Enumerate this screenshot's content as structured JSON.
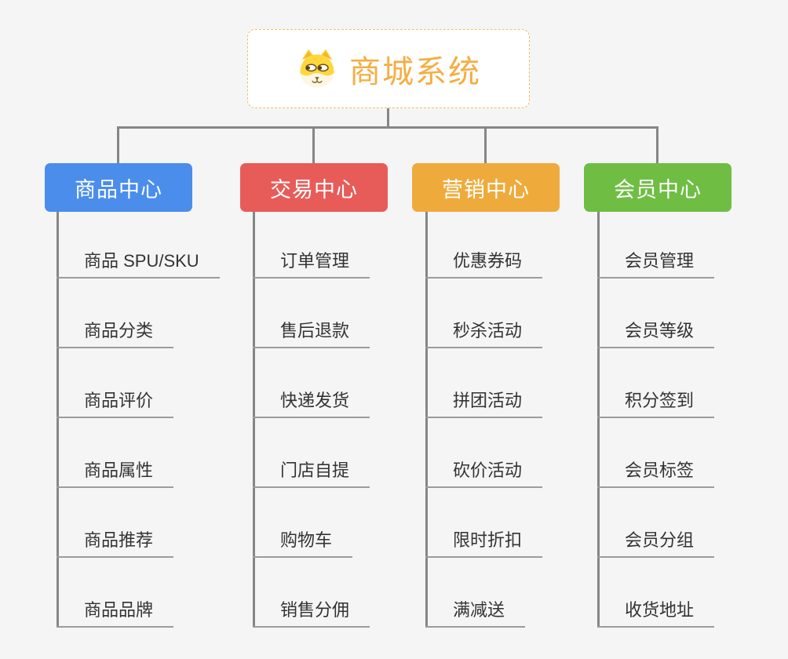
{
  "page": {
    "background": "#f5f5f6",
    "connector_color": "#868686",
    "underline_color": "#9c9c9c"
  },
  "root": {
    "title": "商城系统",
    "icon": "dog-face-icon",
    "text_color": "#f5ad42",
    "border_color": "#f0bc66"
  },
  "branches": [
    {
      "label": "商品中心",
      "color": "#4b8deb",
      "items": [
        "商品 SPU/SKU",
        "商品分类",
        "商品评价",
        "商品属性",
        "商品推荐",
        "商品品牌"
      ]
    },
    {
      "label": "交易中心",
      "color": "#e75c59",
      "items": [
        "订单管理",
        "售后退款",
        "快递发货",
        "门店自提",
        "购物车",
        "销售分佣"
      ]
    },
    {
      "label": "营销中心",
      "color": "#eeab3c",
      "items": [
        "优惠券码",
        "秒杀活动",
        "拼团活动",
        "砍价活动",
        "限时折扣",
        "满减送"
      ]
    },
    {
      "label": "会员中心",
      "color": "#6fbe43",
      "items": [
        "会员管理",
        "会员等级",
        "积分签到",
        "会员标签",
        "会员分组",
        "收货地址"
      ]
    }
  ]
}
